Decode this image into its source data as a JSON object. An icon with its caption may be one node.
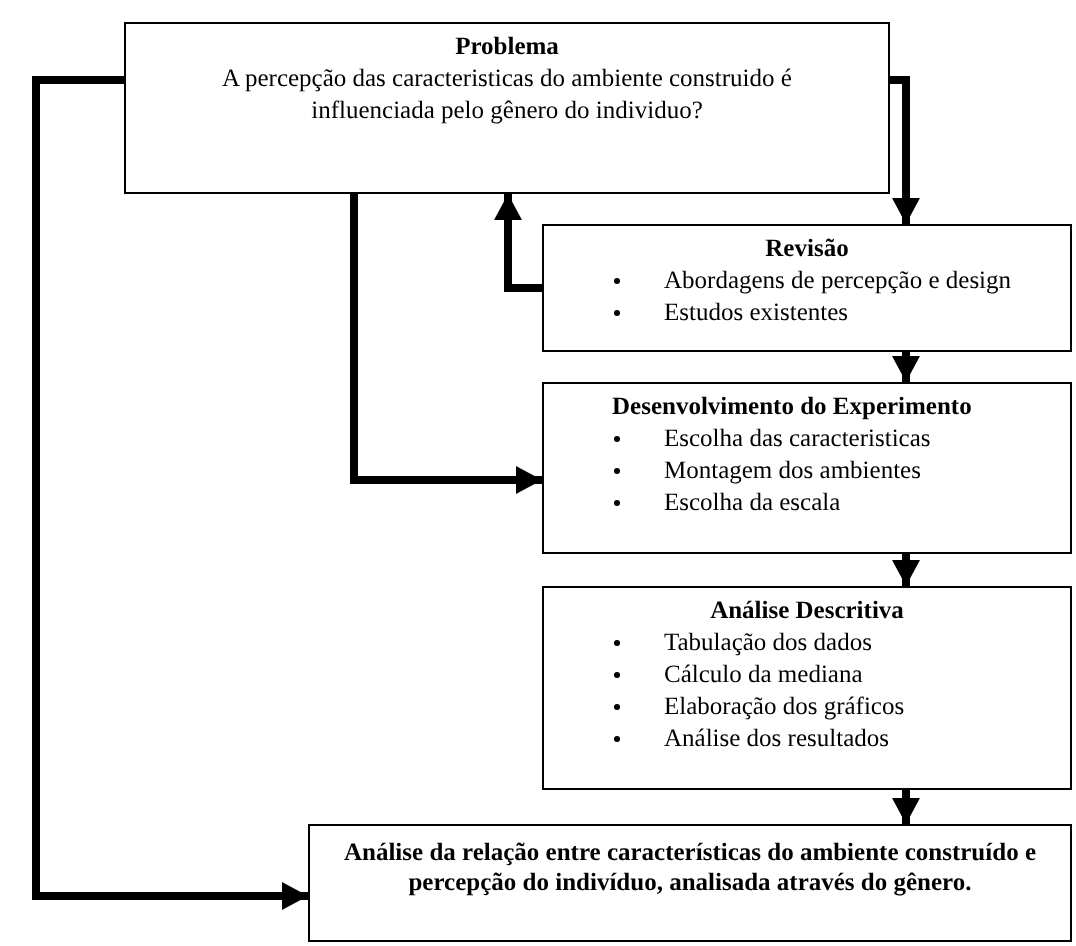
{
  "diagram": {
    "nodes": [
      {
        "text": [
          "Problema",
          "A percepção das caracteristicas do ambiente construido é influenciada pelo gênero do individuo?"
        ]
      },
      {
        "text": [
          "Revisão",
          "Abordagens de percepção e design",
          "Estudos existentes"
        ]
      },
      {
        "text": [
          "Desenvolvimento do Experimento",
          "Escolha das caracteristicas",
          "Montagem dos ambientes",
          "Escolha da escala"
        ]
      },
      {
        "text": [
          "Análise Descritiva",
          "Tabulação dos dados",
          "Cálculo da mediana",
          "Elaboração dos gráficos",
          "Análise dos resultados"
        ]
      },
      {
        "text": [
          "Análise da relação entre características do ambiente construído e percepção do indivíduo, analisada através do gênero."
        ]
      }
    ],
    "edges": [
      {
        "from": 0,
        "to": 1,
        "arrow": "to"
      },
      {
        "from": 1,
        "to": 0,
        "arrow": "to"
      },
      {
        "from": 1,
        "to": 2,
        "arrow": "to"
      },
      {
        "from": 0,
        "to": 2,
        "arrow": "to"
      },
      {
        "from": 2,
        "to": 3,
        "arrow": "to"
      },
      {
        "from": 3,
        "to": 4,
        "arrow": "to"
      },
      {
        "from": 0,
        "to": 4,
        "arrow": "to"
      }
    ]
  }
}
